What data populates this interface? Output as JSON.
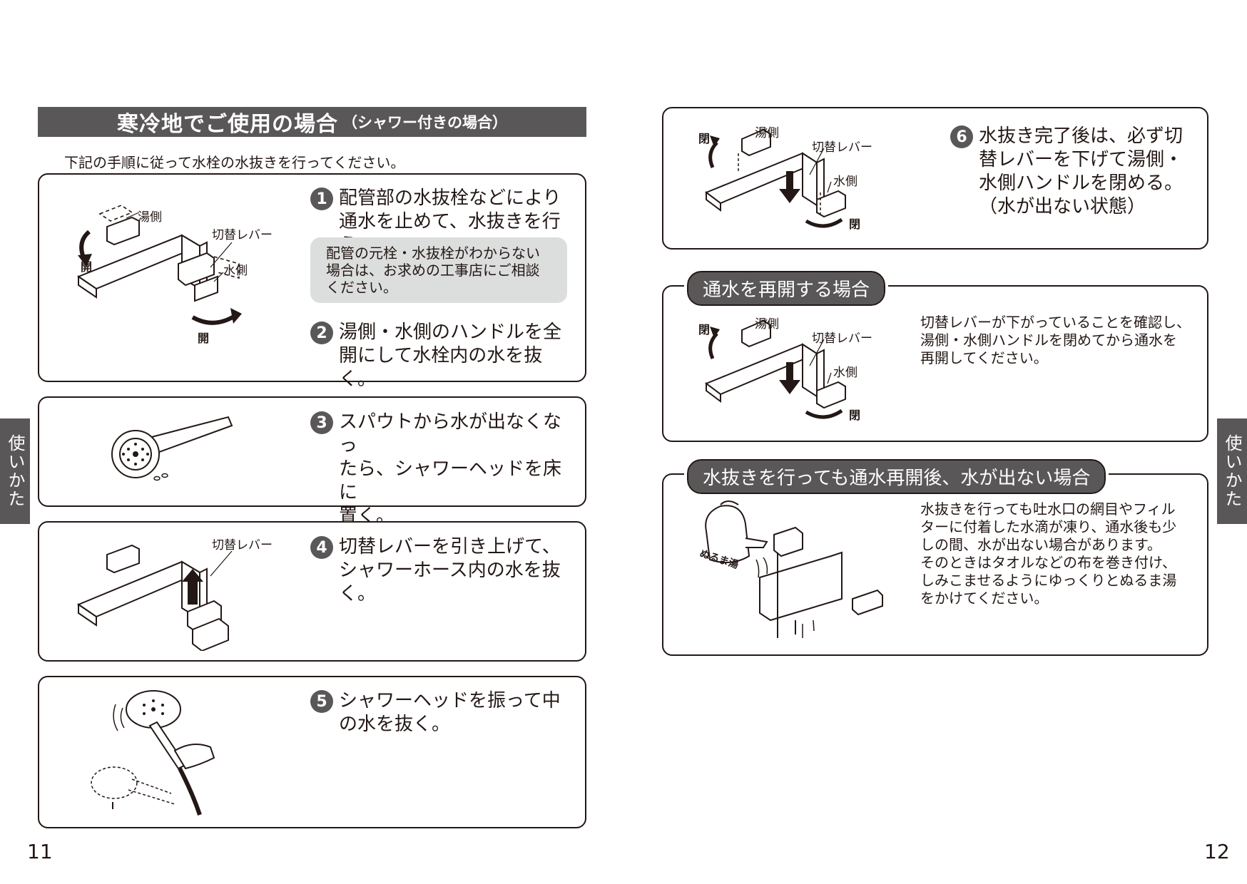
{
  "left_page": {
    "title": "寒冷地でご使用の場合",
    "title_sub": "（シャワー付きの場合）",
    "intro": "下記の手順に従って水栓の水抜きを行ってください。",
    "steps": [
      {
        "num": "1",
        "lines": [
          "配管部の水抜栓などにより",
          "通水を止めて、水抜きを行う。"
        ]
      },
      {
        "num": "2",
        "lines": [
          "湯側・水側のハンドルを全",
          "開にして水栓内の水を抜く。"
        ]
      },
      {
        "num": "3",
        "lines": [
          "スパウトから水が出なくなっ",
          "たら、シャワーヘッドを床に",
          "置く。"
        ]
      },
      {
        "num": "4",
        "lines": [
          "切替レバーを引き上げて、",
          "シャワーホース内の水を抜",
          "く。"
        ]
      },
      {
        "num": "5",
        "lines": [
          "シャワーヘッドを振って中",
          "の水を抜く。"
        ]
      }
    ],
    "note_lines": [
      "配管の元栓・水抜栓がわからない",
      "場合は、お求めの工事店にご相談",
      "ください。"
    ],
    "page_number": "11"
  },
  "right_page": {
    "step6": {
      "num": "6",
      "lines": [
        "水抜き完了後は、必ず切",
        "替レバーを下げて湯側・",
        "水側ハンドルを閉める。",
        "（水が出ない状態）"
      ]
    },
    "section_resume": {
      "label": "通水を再開する場合",
      "lines": [
        "切替レバーが下がっていることを確認し、",
        "湯側・水側ハンドルを閉めてから通水を",
        "再開してください。"
      ]
    },
    "section_noflow": {
      "label": "水抜きを行っても通水再開後、水が出ない場合",
      "lines": [
        "水抜きを行っても吐水口の網目やフィル",
        "ターに付着した水滴が凍り、通水後も少",
        "しの間、水が出ない場合があります。",
        "そのときはタオルなどの布を巻き付け、",
        "しみこませるようにゆっくりとぬるま湯",
        "をかけてください。"
      ]
    },
    "page_number": "12"
  },
  "labels": {
    "hot_side": "湯側",
    "cold_side": "水側",
    "switch_lever": "切替レバー",
    "open": "開",
    "close": "閉",
    "lukewarm": "ぬるま湯"
  },
  "side_tab": "使いかた",
  "colors": {
    "accent_gray": "#595757",
    "note_bg": "#dcdddd",
    "ink": "#231815"
  }
}
